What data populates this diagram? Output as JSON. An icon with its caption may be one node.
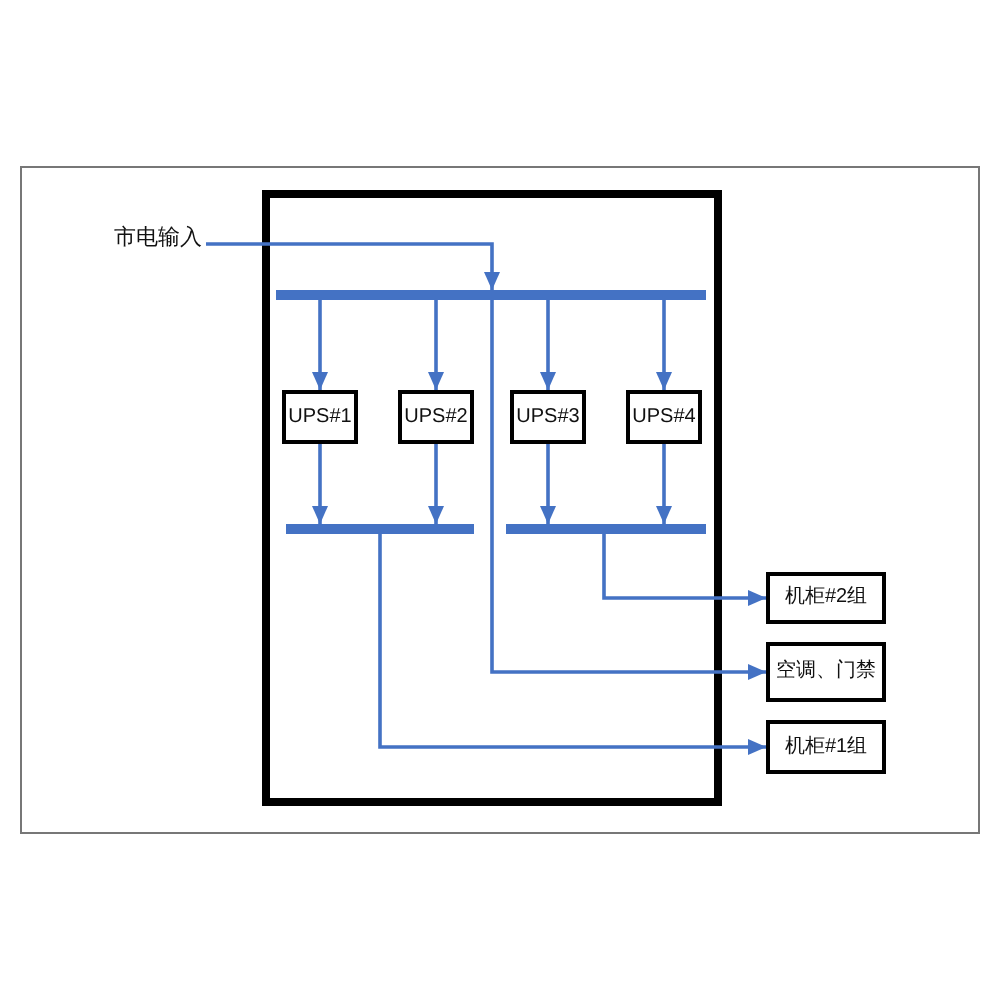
{
  "diagram": {
    "nodes": [
      {
        "text": [],
        "shape": "box"
      },
      {
        "text": [
          "市电输入"
        ]
      },
      {
        "text": [],
        "shape": "bar",
        "in": 0
      },
      {
        "text": [
          "UPS#1"
        ],
        "in": 0
      },
      {
        "text": [
          "UPS#2"
        ],
        "in": 0
      },
      {
        "text": [
          "UPS#3"
        ],
        "in": 0
      },
      {
        "text": [
          "UPS#4"
        ],
        "in": 0
      },
      {
        "text": [],
        "shape": "bar",
        "in": 0
      },
      {
        "text": [],
        "shape": "bar",
        "in": 0
      },
      {
        "text": [
          "机柜#2组"
        ]
      },
      {
        "text": [
          "空调、门禁"
        ]
      },
      {
        "text": [
          "机柜#1组"
        ]
      }
    ],
    "edges": [
      {
        "from": 1,
        "to": 2,
        "arrow": "to"
      },
      {
        "from": 2,
        "to": 3,
        "arrow": "to"
      },
      {
        "from": 2,
        "to": 4,
        "arrow": "to"
      },
      {
        "from": 2,
        "to": 5,
        "arrow": "to"
      },
      {
        "from": 2,
        "to": 6,
        "arrow": "to"
      },
      {
        "from": 3,
        "to": 7,
        "arrow": "to"
      },
      {
        "from": 4,
        "to": 7,
        "arrow": "to"
      },
      {
        "from": 5,
        "to": 8,
        "arrow": "to"
      },
      {
        "from": 6,
        "to": 8,
        "arrow": "to"
      },
      {
        "from": 8,
        "to": 9,
        "arrow": "to"
      },
      {
        "from": 2,
        "to": 10,
        "arrow": "to"
      },
      {
        "from": 7,
        "to": 11,
        "arrow": "to"
      }
    ]
  }
}
